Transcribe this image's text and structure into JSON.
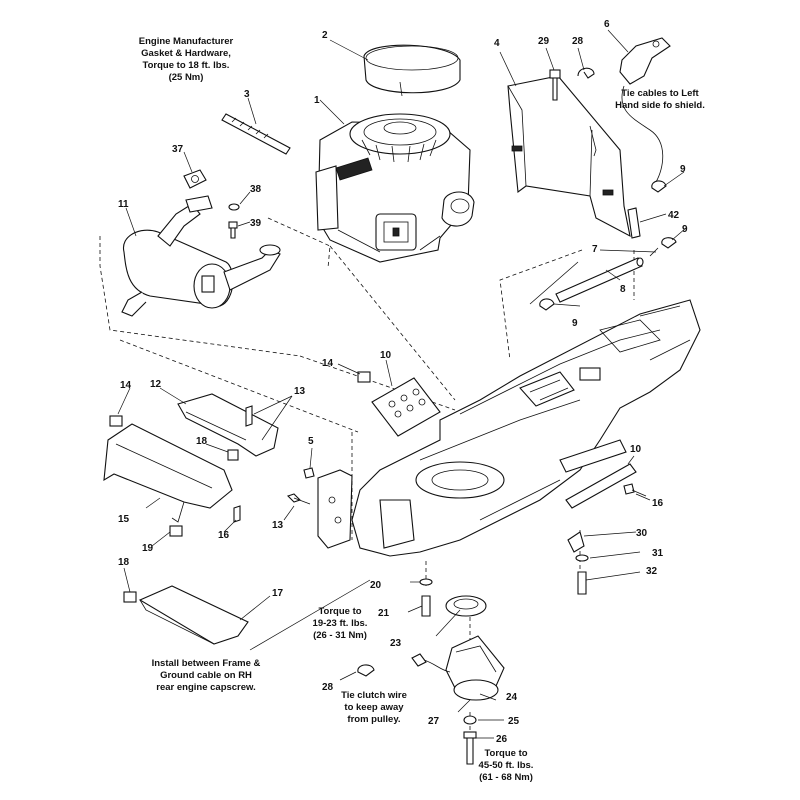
{
  "callouts": {
    "c1": "1",
    "c2": "2",
    "c3": "3",
    "c4": "4",
    "c5": "5",
    "c6": "6",
    "c7": "7",
    "c8": "8",
    "c9a": "9",
    "c9b": "9",
    "c9c": "9",
    "c10a": "10",
    "c10b": "10",
    "c11": "11",
    "c12": "12",
    "c13a": "13",
    "c13b": "13",
    "c14a": "14",
    "c14b": "14",
    "c15": "15",
    "c16a": "16",
    "c16b": "16",
    "c17": "17",
    "c18a": "18",
    "c18b": "18",
    "c19": "19",
    "c20": "20",
    "c21": "21",
    "c23": "23",
    "c24": "24",
    "c25": "25",
    "c26": "26",
    "c27": "27",
    "c28a": "28",
    "c28b": "28",
    "c29": "29",
    "c30": "30",
    "c31": "31",
    "c32": "32",
    "c37": "37",
    "c38": "38",
    "c39": "39",
    "c42": "42"
  },
  "notes": {
    "gasket": [
      "Engine Manufacturer",
      "Gasket & Hardware,",
      "Torque to 18 ft. lbs.",
      "(25 Nm)"
    ],
    "tie_cables": [
      "Tie cables to Left",
      "Hand side fo shield."
    ],
    "torque_19": [
      "Torque to",
      "19-23 ft. lbs.",
      "(26 - 31 Nm)"
    ],
    "install": [
      "Install between Frame &",
      "Ground cable on RH",
      "rear engine capscrew."
    ],
    "tie_clutch": [
      "Tie clutch wire",
      "to keep away",
      "from pulley."
    ],
    "torque_45": [
      "Torque to",
      "45-50 ft. lbs.",
      "(61 - 68 Nm)"
    ]
  }
}
